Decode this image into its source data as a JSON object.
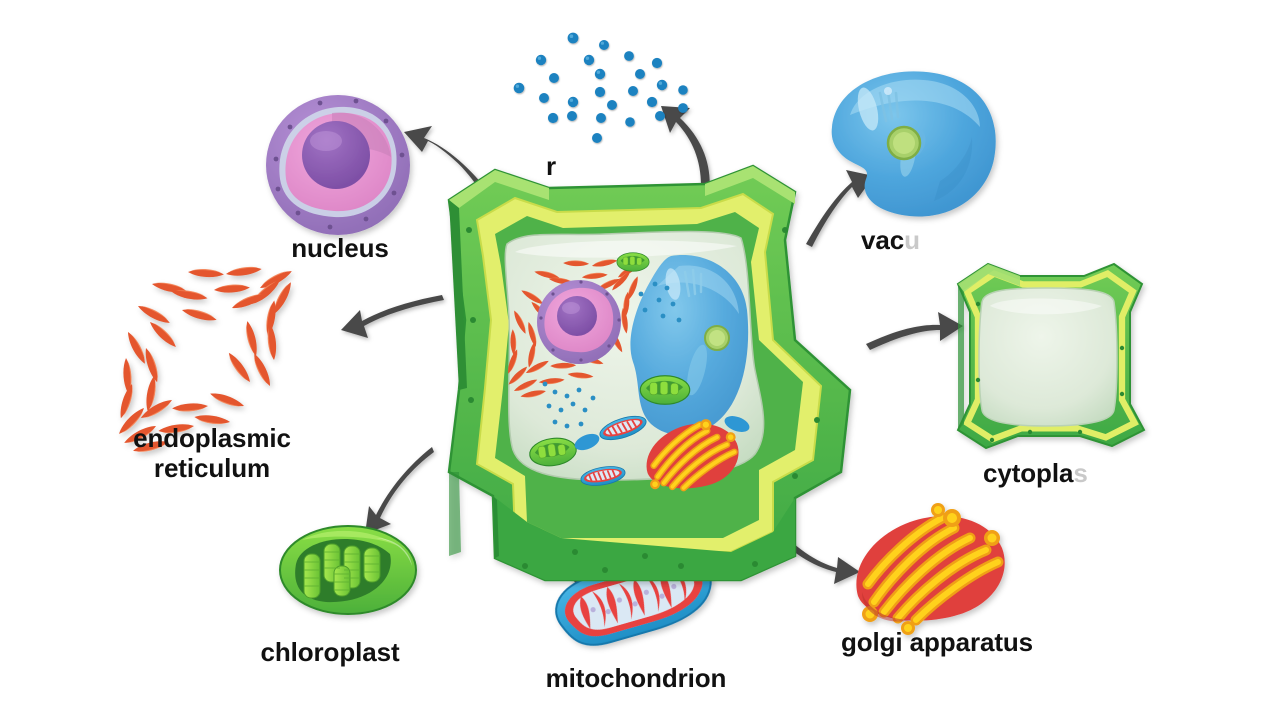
{
  "diagram": {
    "title": "Plant cell structure diagram",
    "background_color": "#ffffff",
    "arrow_color": "#4a4a4a",
    "label_color": "#111111",
    "pending_label_color": "#c9c9c9"
  },
  "center": {
    "name": "plant-cell",
    "wall_color": "#4cb648",
    "wall_light_color": "#8ed65a",
    "wall_inner_color": "#dcec5e",
    "cytoplasm_color": "#dfeadb"
  },
  "labels": {
    "nucleus": {
      "text": "nucleus",
      "revealed": "nucleus",
      "pending": ""
    },
    "ribosomes": {
      "text": "ribosomes",
      "revealed": "r",
      "pending": ""
    },
    "vacuole": {
      "text": "vacuole",
      "revealed": "vac",
      "pending": "u"
    },
    "cytoplasm": {
      "text": "cytoplasm",
      "revealed": "cytopla",
      "pending": "s"
    },
    "endoplasmic_reticulum": {
      "text": "endoplasmic reticulum",
      "line1": "endoplasmic",
      "line2": "reticulum"
    },
    "chloroplast": {
      "text": "chloroplast",
      "revealed": "chloroplast",
      "pending": ""
    },
    "mitochondrion": {
      "text": "mitochondrion",
      "revealed": "mitochondrion",
      "pending": ""
    },
    "golgi_apparatus": {
      "text": "golgi apparatus",
      "revealed": "golgi apparatus",
      "pending": ""
    }
  },
  "organelles": [
    {
      "id": "nucleus",
      "label": "nucleus",
      "color": "#b57fc6",
      "accent": "#e493d0"
    },
    {
      "id": "ribosomes",
      "label": "ribosomes",
      "color": "#1f82c0",
      "accent": "#57b0e0"
    },
    {
      "id": "vacuole",
      "label": "vacuole",
      "color": "#4aa3dd",
      "accent": "#8fd0ef"
    },
    {
      "id": "cytoplasm",
      "label": "cytoplasm",
      "color": "#dfeadb",
      "accent": "#4cb648"
    },
    {
      "id": "er",
      "label": "endoplasmic reticulum",
      "color": "#e0562f",
      "accent": "#f07b4e"
    },
    {
      "id": "chloroplast",
      "label": "chloroplast",
      "color": "#6cc council",
      "accent": "#8ede3c"
    },
    {
      "id": "mitochondrion",
      "label": "mitochondrion",
      "color": "#29a7de",
      "accent": "#e8433f"
    },
    {
      "id": "golgi",
      "label": "golgi apparatus",
      "color": "#f6c417",
      "accent": "#e8433f"
    }
  ],
  "arrows": [
    {
      "id": "arrow-to-nucleus",
      "from": "cell",
      "to": "nucleus"
    },
    {
      "id": "arrow-to-ribosomes",
      "from": "cell",
      "to": "ribosomes"
    },
    {
      "id": "arrow-to-vacuole",
      "from": "cell",
      "to": "vacuole"
    },
    {
      "id": "arrow-to-cytoplasm",
      "from": "cell",
      "to": "cytoplasm"
    },
    {
      "id": "arrow-to-er",
      "from": "cell",
      "to": "er"
    },
    {
      "id": "arrow-to-chloroplast",
      "from": "cell",
      "to": "chloroplast"
    },
    {
      "id": "arrow-to-mitochondrion",
      "from": "cell",
      "to": "mitochondrion"
    },
    {
      "id": "arrow-to-golgi",
      "from": "cell",
      "to": "golgi"
    }
  ]
}
